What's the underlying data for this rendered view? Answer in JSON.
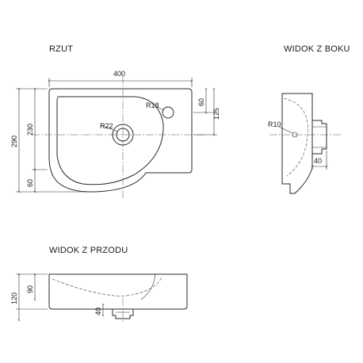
{
  "views": {
    "plan": "RZUT",
    "side": "WIDOK Z BOKU",
    "front": "WIDOK Z PRZODU"
  },
  "dimensions": {
    "width": "400",
    "total_depth": "290",
    "basin_depth": "230",
    "front_depth": "60",
    "tap_offset": "60",
    "tap_position": "125",
    "tap_radius": "R18",
    "drain_radius": "R22",
    "side_radius": "R10",
    "side_waste": "40",
    "height": "120",
    "basin_height": "90",
    "front_waste": "40"
  }
}
